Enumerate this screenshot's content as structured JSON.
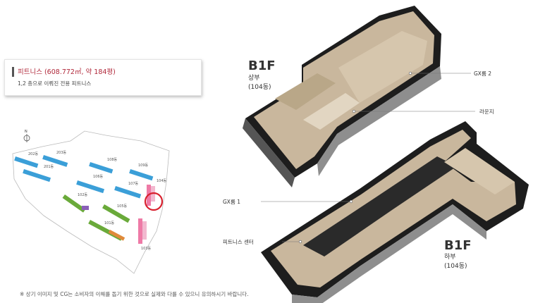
{
  "info": {
    "title": "피트니스 (608.772㎡, 약 184평)",
    "description": "1,2 층으로 이뤄진 전용 피트니스"
  },
  "sitemap": {
    "north": "N",
    "buildings": [
      "202동",
      "203동",
      "201동",
      "108동",
      "109동",
      "106동",
      "104동",
      "107동",
      "102동",
      "105동",
      "101동",
      "103동"
    ]
  },
  "upper": {
    "floor": "B1F",
    "sub": "상부",
    "building": "(104동)",
    "callouts": [
      "GX룸 2",
      "라운지"
    ]
  },
  "lower": {
    "floor": "B1F",
    "sub": "하부",
    "building": "(104동)",
    "callouts": [
      "GX룸 1",
      "피트니스 센터"
    ]
  },
  "footnote": "※ 상기 이미지 및 CG는 소비자의 이해를 돕기 위한 것으로 실제와 다를 수 있으니 유의하시기 바랍니다.",
  "colors": {
    "accent": "#b0283a",
    "highlight": "#d8212f"
  }
}
